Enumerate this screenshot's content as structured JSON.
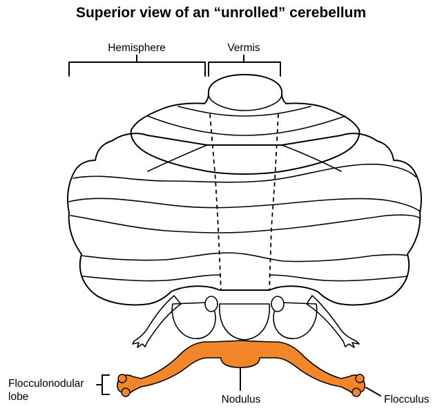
{
  "title": "Superior view of an “unrolled” cerebellum",
  "labels": {
    "hemisphere": "Hemisphere",
    "vermis": "Vermis",
    "flocculonodular_line1": "Flocculonodular",
    "flocculonodular_line2": "lobe",
    "nodulus": "Nodulus",
    "flocculus": "Flocculus"
  },
  "colors": {
    "hemisphere_fill": "#a8cf4a",
    "vermis_fill": "#9b4797",
    "flocculonodular_fill": "#f28628",
    "outline": "#000000"
  }
}
